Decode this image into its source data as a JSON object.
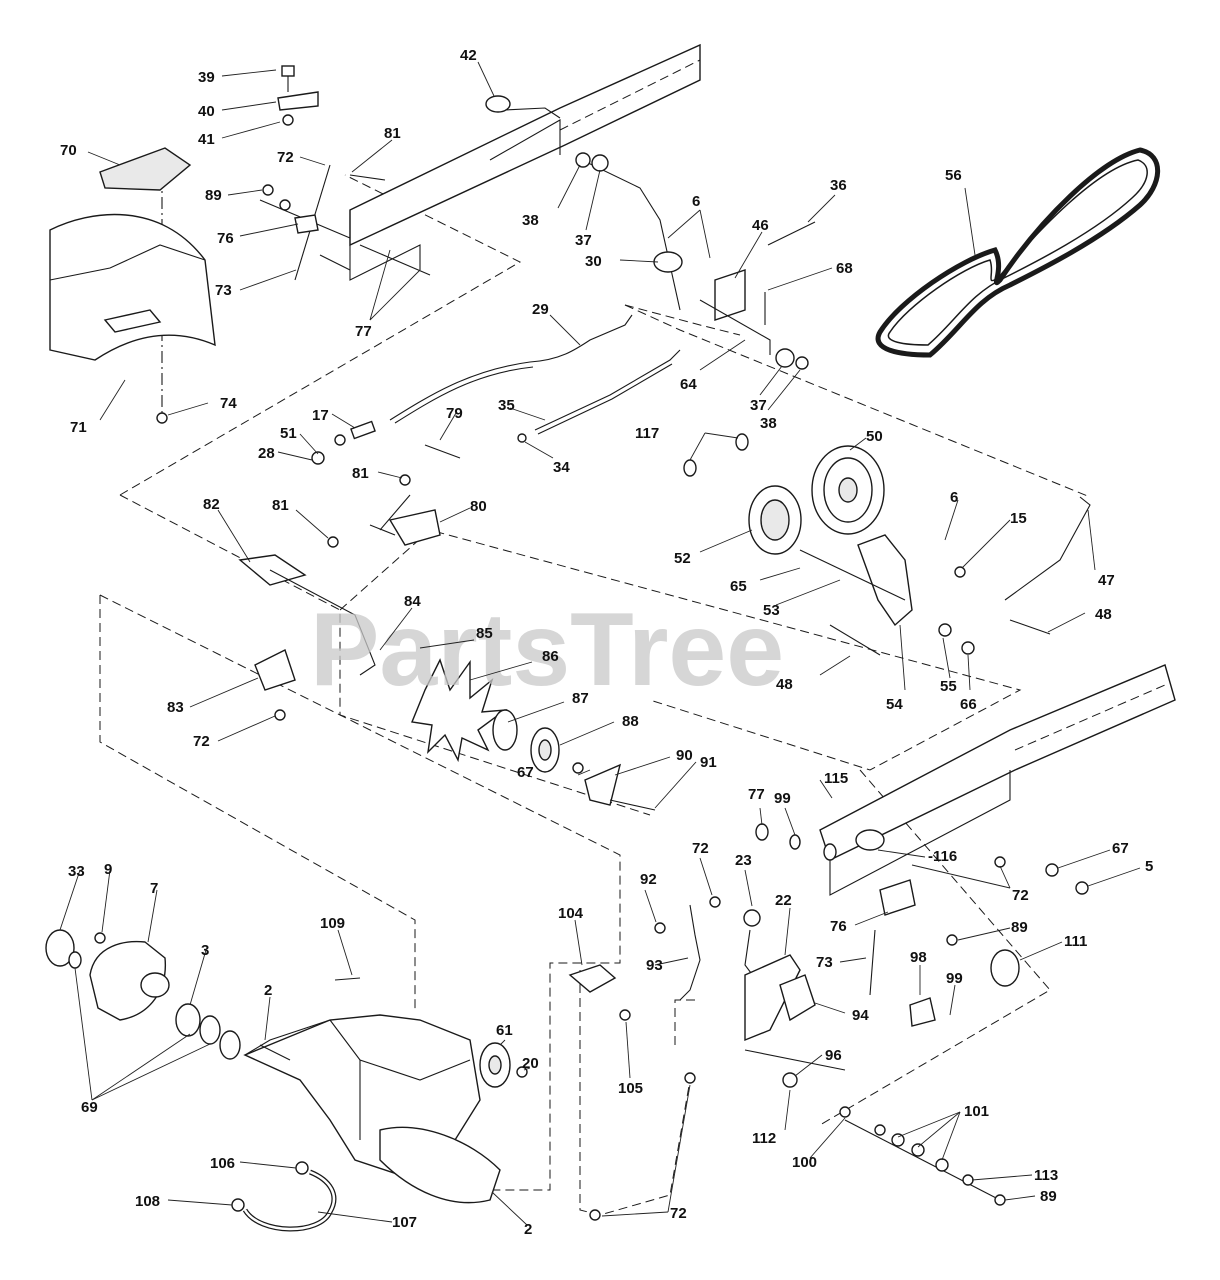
{
  "watermark": "PartsTree",
  "parts": {
    "p2": "2",
    "p3": "3",
    "p5": "5",
    "p6": "6",
    "p7": "7",
    "p9": "9",
    "p15": "15",
    "p17": "17",
    "p20": "20",
    "p22": "22",
    "p23": "23",
    "p28": "28",
    "p29": "29",
    "p30": "30",
    "p33": "33",
    "p34": "34",
    "p35": "35",
    "p36": "36",
    "p37": "37",
    "p38": "38",
    "p39": "39",
    "p40": "40",
    "p41": "41",
    "p42": "42",
    "p46": "46",
    "p47": "47",
    "p48": "48",
    "p50": "50",
    "p51": "51",
    "p52": "52",
    "p53": "53",
    "p54": "54",
    "p55": "55",
    "p56": "56",
    "p61": "61",
    "p64": "64",
    "p65": "65",
    "p66": "66",
    "p67": "67",
    "p68": "68",
    "p69": "69",
    "p70": "70",
    "p71": "71",
    "p72": "72",
    "p73": "73",
    "p74": "74",
    "p76": "76",
    "p77": "77",
    "p79": "79",
    "p80": "80",
    "p81": "81",
    "p82": "82",
    "p83": "83",
    "p84": "84",
    "p85": "85",
    "p86": "86",
    "p87": "87",
    "p88": "88",
    "p89": "89",
    "p90": "90",
    "p91": "91",
    "p92": "92",
    "p93": "93",
    "p94": "94",
    "p96": "96",
    "p98": "98",
    "p99": "99",
    "p100": "100",
    "p101": "101",
    "p104": "104",
    "p105": "105",
    "p106": "106",
    "p107": "107",
    "p108": "108",
    "p109": "109",
    "p111": "111",
    "p112": "112",
    "p113": "113",
    "p115": "115",
    "p116": "-116",
    "p117": "117"
  }
}
